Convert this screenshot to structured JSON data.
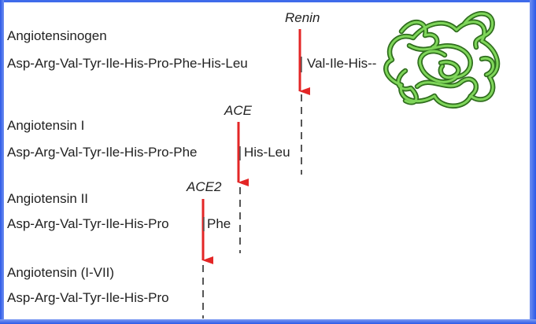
{
  "steps": [
    {
      "name": "Angiotensinogen",
      "seq_left": "Asp-Arg-Val-Tyr-Ile-His-Pro-Phe-His-Leu",
      "seq_right": "Val-Ile-His--"
    },
    {
      "name": "Angiotensin I",
      "seq_left": "Asp-Arg-Val-Tyr-Ile-His-Pro-Phe",
      "seq_right": "His-Leu"
    },
    {
      "name": "Angiotensin II",
      "seq_left": "Asp-Arg-Val-Tyr-Ile-His-Pro",
      "seq_right": "Phe"
    },
    {
      "name": "Angiotensin (I-VII)",
      "seq_left": "Asp-Arg-Val-Tyr-Ile-His-Pro",
      "seq_right": ""
    }
  ],
  "enzymes": {
    "renin": "Renin",
    "ace": "ACE",
    "ace2": "ACE2"
  },
  "colors": {
    "arrow": "#e32626",
    "protein_coil": "#4a9a2e",
    "frame": "#2b59e8",
    "text": "#222222"
  }
}
